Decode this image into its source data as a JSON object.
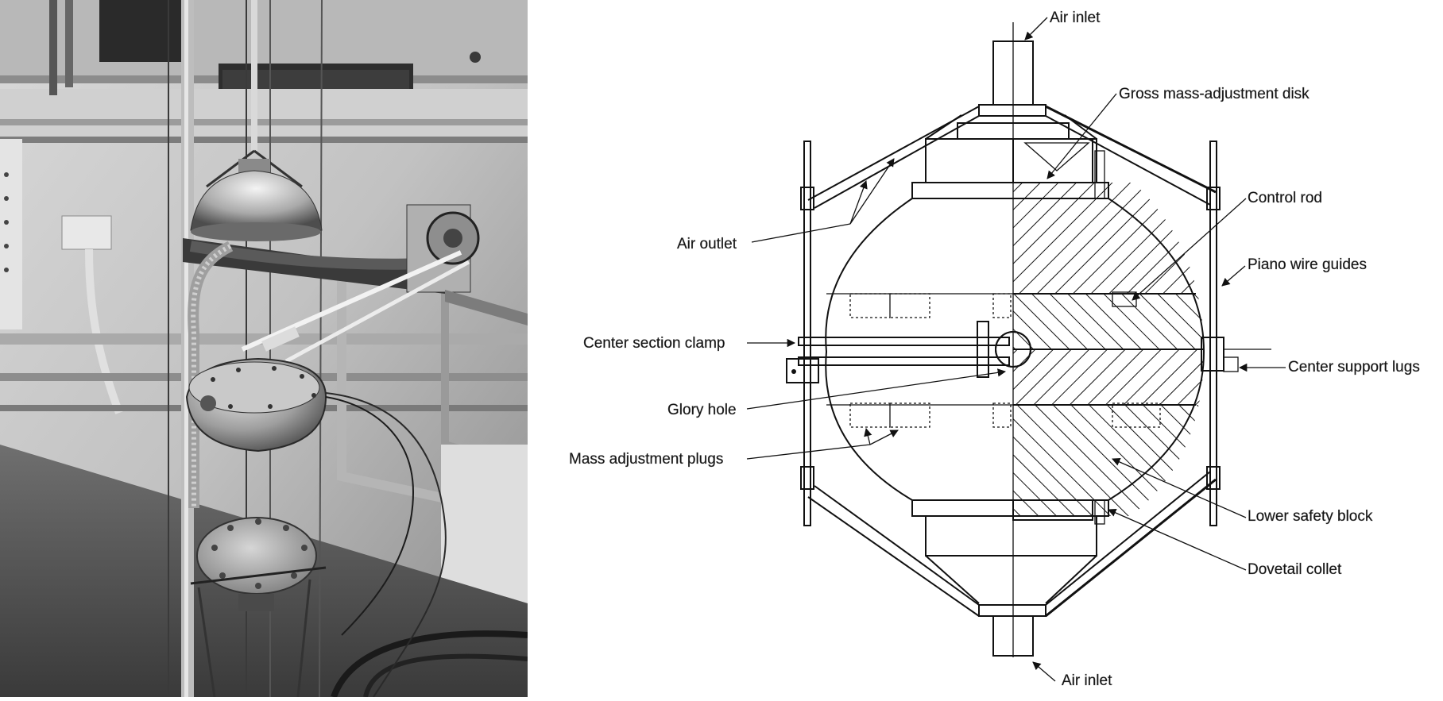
{
  "colors": {
    "line": "#111111",
    "background": "#ffffff",
    "photo_mid_gray": "#9a9a9a"
  },
  "photo": {
    "description_icon": "photo-of-mounted-device"
  },
  "diagram": {
    "labels": {
      "air_inlet_top": "Air inlet",
      "gross_mass_disk": "Gross mass-adjustment disk",
      "control_rod": "Control rod",
      "air_outlet": "Air outlet",
      "piano_wire_guides": "Piano wire guides",
      "center_section_clamp": "Center section clamp",
      "center_support_lugs": "Center support lugs",
      "glory_hole": "Glory hole",
      "mass_adjustment_plugs": "Mass adjustment plugs",
      "lower_safety_block": "Lower safety block",
      "dovetail_collet": "Dovetail collet",
      "air_inlet_bottom": "Air inlet"
    }
  }
}
